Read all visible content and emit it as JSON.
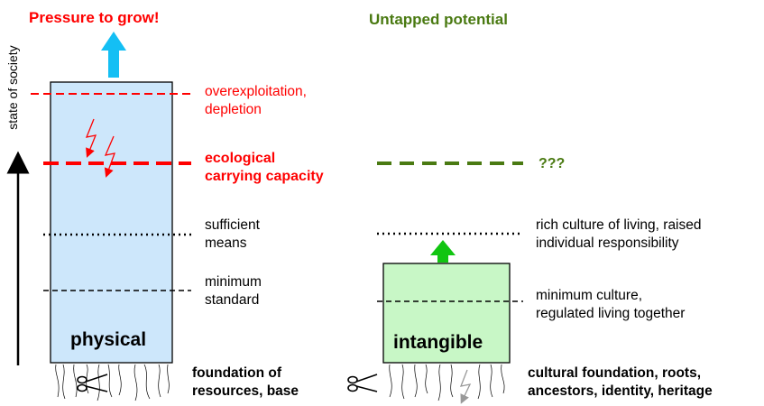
{
  "title_left": "Pressure to grow!",
  "title_right": "Untapped potential",
  "y_axis_label": "state of society",
  "physical": {
    "box_label": "physical",
    "levels": {
      "overexploitation": [
        "overexploitation,",
        "depletion"
      ],
      "carrying_capacity": [
        "ecological",
        "carrying capacity"
      ],
      "sufficient": [
        "sufficient",
        "means"
      ],
      "minimum": [
        "minimum",
        "standard"
      ]
    },
    "foundation": [
      "foundation of",
      "resources, base"
    ]
  },
  "intangible": {
    "box_label": "intangible",
    "levels": {
      "unknown": "???",
      "rich": [
        "rich culture of living, raised",
        "individual responsibility"
      ],
      "minimum": [
        "minimum culture,",
        "regulated living together"
      ]
    },
    "foundation": [
      "cultural foundation, roots,",
      "ancestors, identity, heritage"
    ]
  },
  "colors": {
    "physical_box": "#cde7fb",
    "intangible_box": "#c8f7c6",
    "arrow_cyan": "#14bff4",
    "arrow_green": "#11c511",
    "red": "#ff0000",
    "dark_green": "#4a7a12"
  },
  "icons": [
    "scissors-icon",
    "lightning-icon",
    "roots-icon"
  ]
}
